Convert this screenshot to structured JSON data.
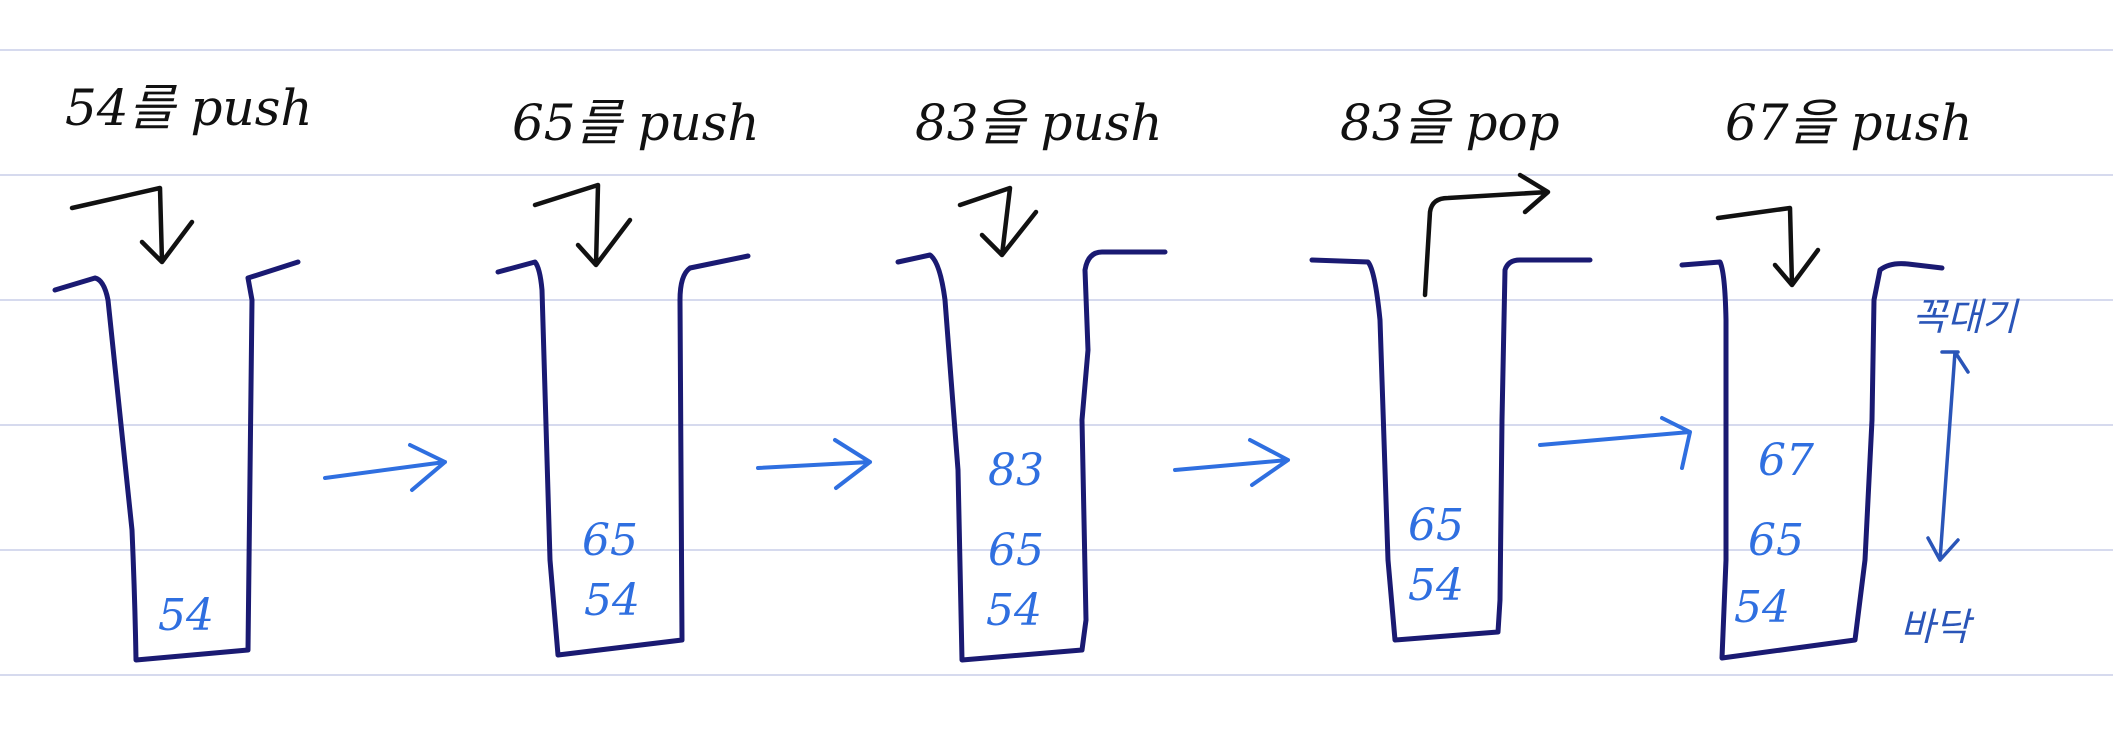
{
  "steps": [
    {
      "label": "54를 push",
      "stack": [
        "54"
      ]
    },
    {
      "label": "65를 push",
      "stack": [
        "54",
        "65"
      ]
    },
    {
      "label": "83을 push",
      "stack": [
        "54",
        "65",
        "83"
      ]
    },
    {
      "label": "83을 pop",
      "stack": [
        "54",
        "65"
      ]
    },
    {
      "label": "67을 push",
      "stack": [
        "54",
        "65",
        "67"
      ]
    }
  ],
  "annotations": {
    "top": "꼭대기",
    "bottom": "바닥"
  },
  "colors": {
    "ink": "#111111",
    "stack": "#1a1a72",
    "values": "#2f6fe0",
    "rules": "#c9cde8"
  }
}
